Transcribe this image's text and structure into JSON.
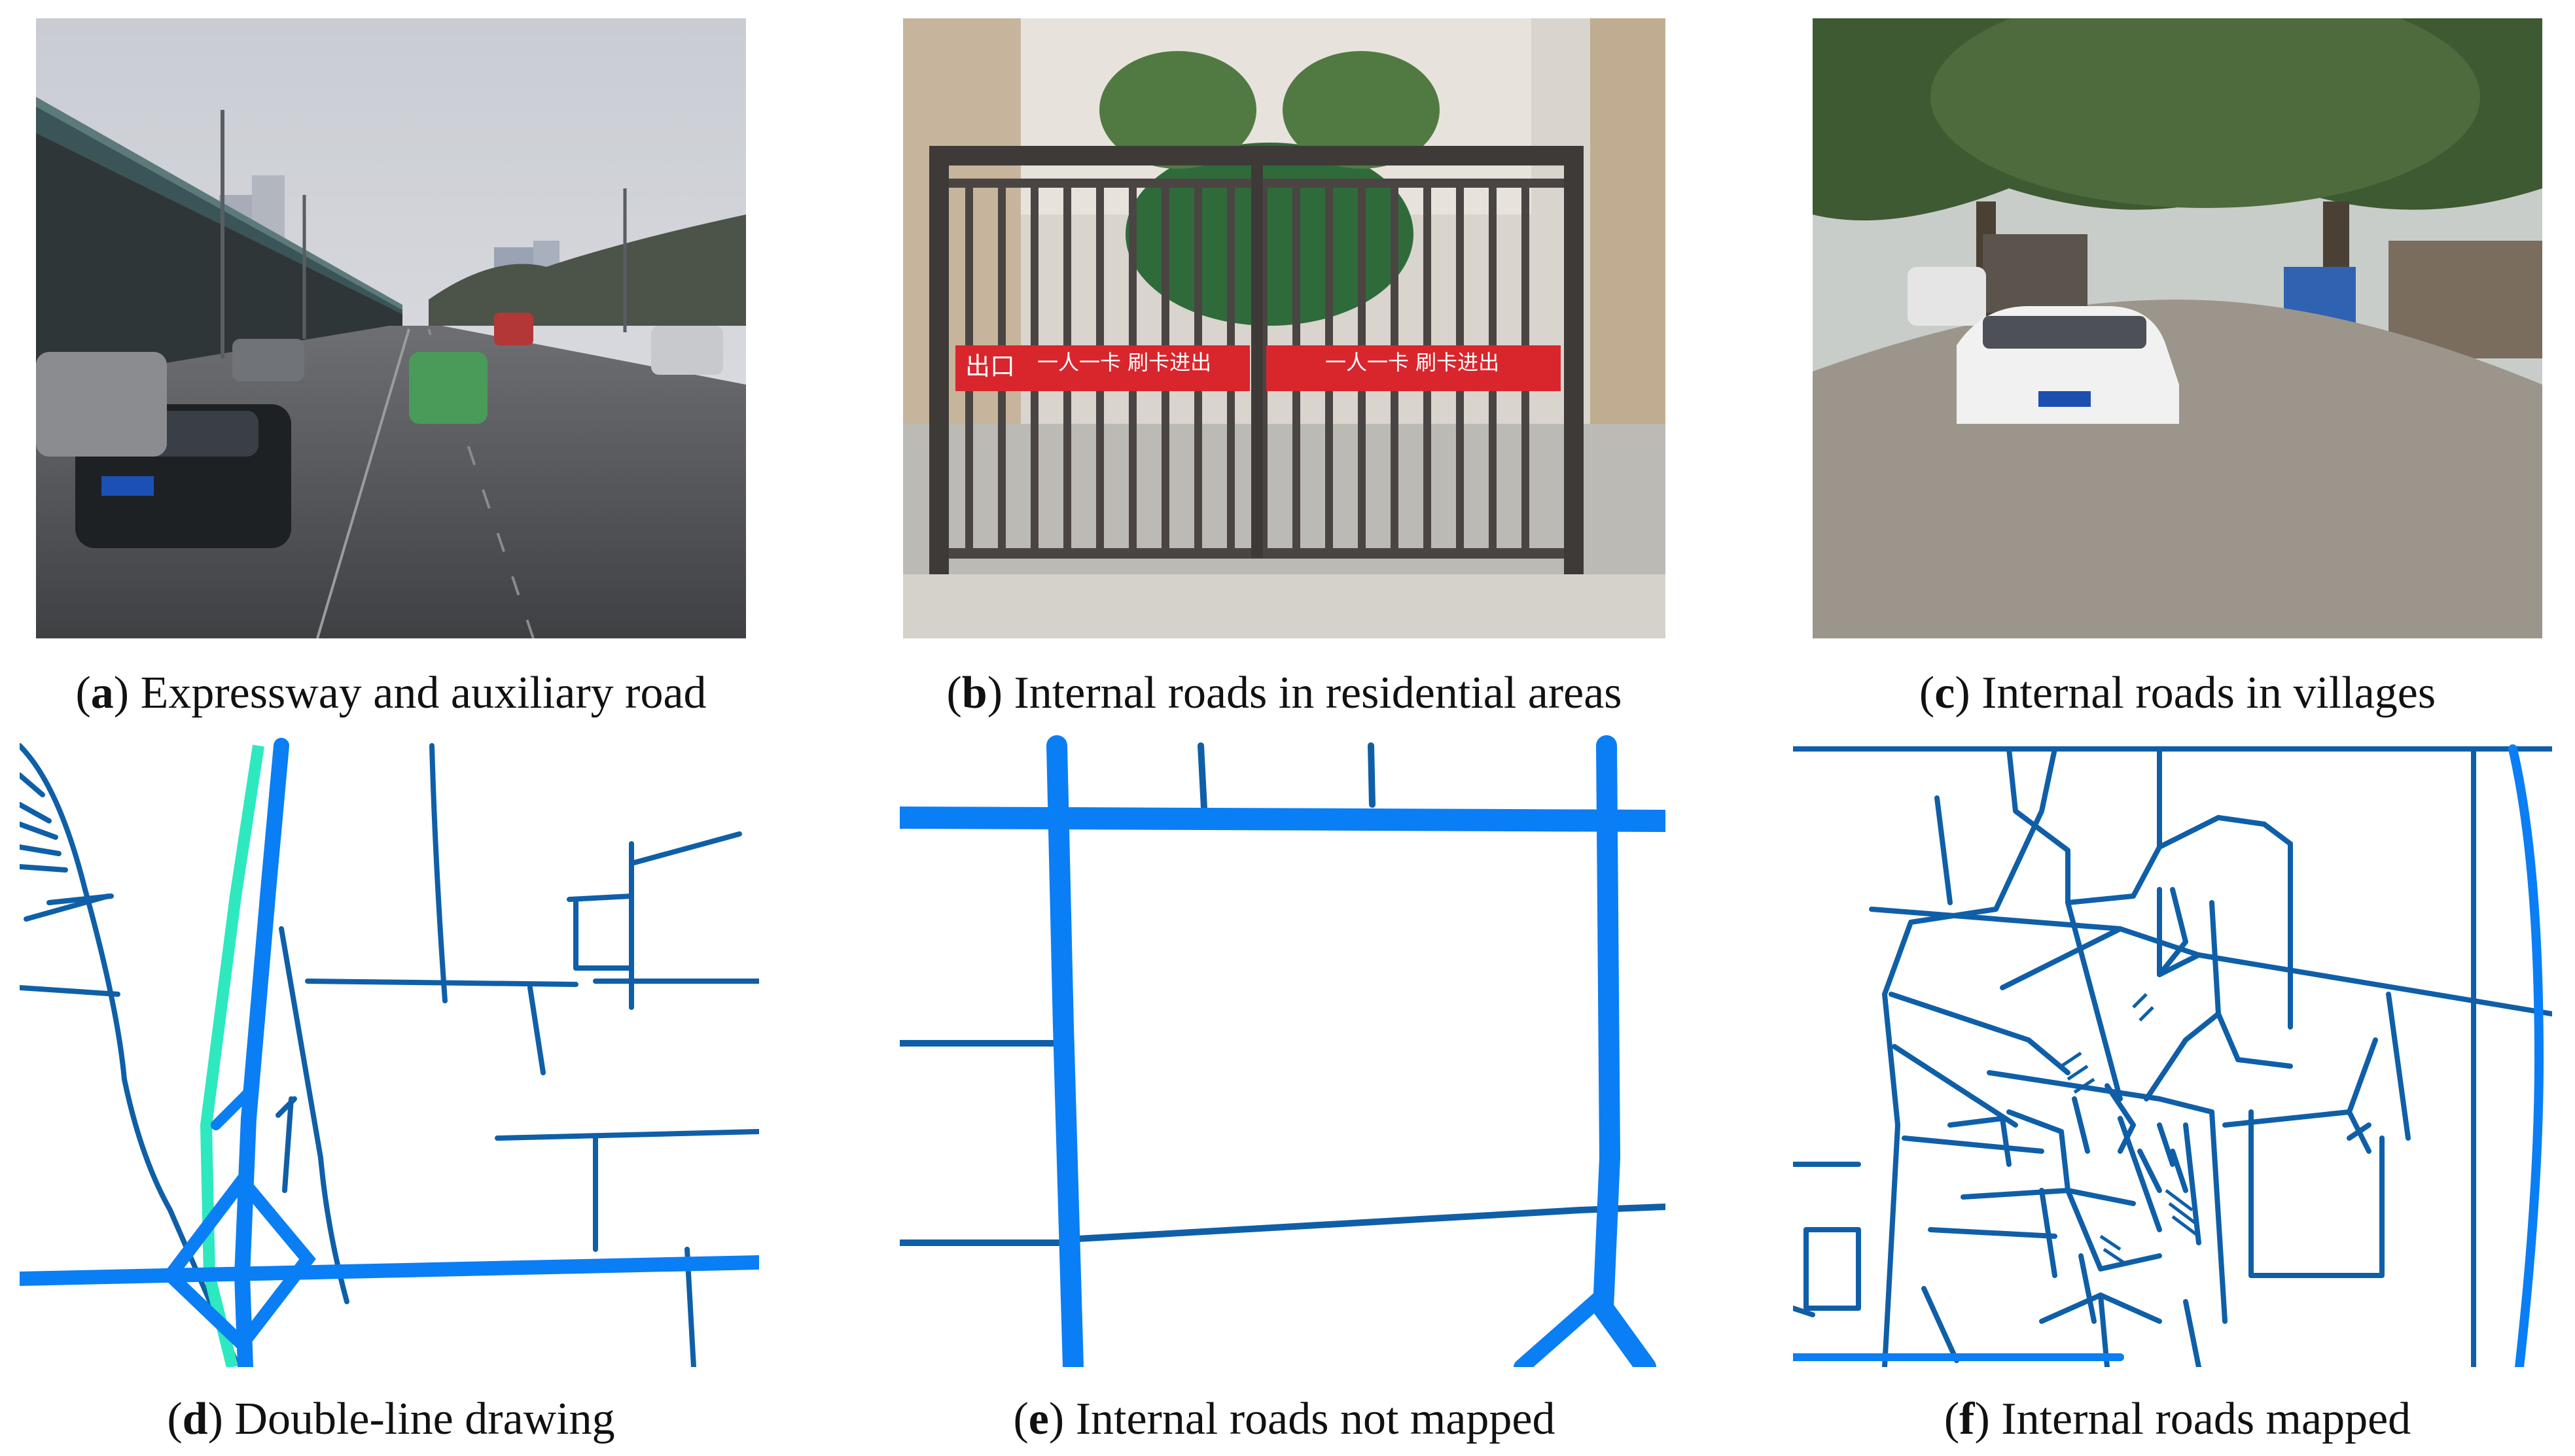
{
  "panels": [
    {
      "letter": "a",
      "caption": "Expressway and auxiliary road"
    },
    {
      "letter": "b",
      "caption": "Internal roads in residential areas",
      "sign_exit": "出口",
      "sign_left": "一人一卡  刷卡进出",
      "sign_right": "一人一卡  刷卡进出"
    },
    {
      "letter": "c",
      "caption": "Internal roads in villages"
    },
    {
      "letter": "d",
      "caption": "Double-line drawing"
    },
    {
      "letter": "e",
      "caption": "Internal roads not mapped"
    },
    {
      "letter": "f",
      "caption": "Internal roads mapped"
    }
  ],
  "colors": {
    "road_minor": "#0f5fa8",
    "road_major": "#0a7ef5",
    "road_double": "#2ee8c0",
    "caption_text": "#111111",
    "sign_red": "#d8262c"
  }
}
